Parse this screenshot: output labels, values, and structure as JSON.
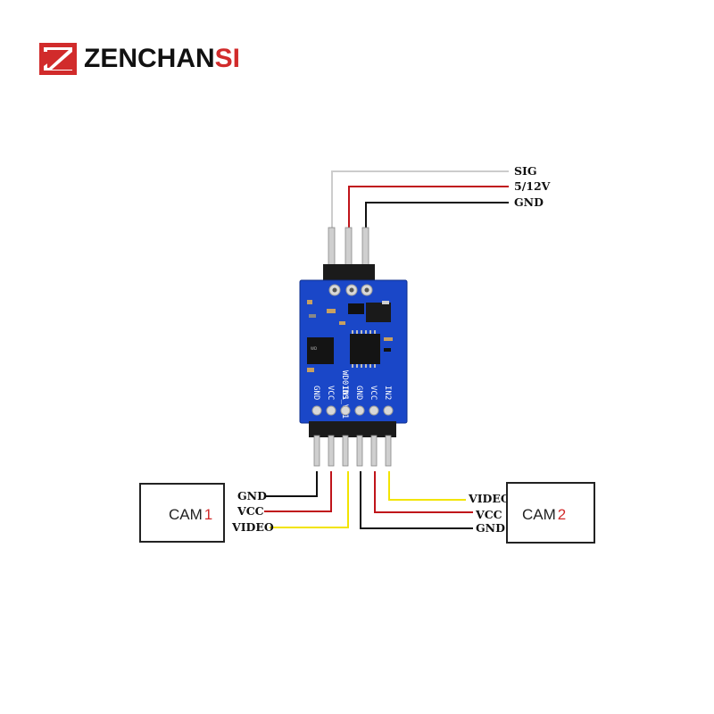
{
  "brand": {
    "name_part1": "ZENCHAN",
    "name_part2": "SI",
    "accent_color": "#d12b2b"
  },
  "input_connector": {
    "pins": [
      {
        "label": "SIG",
        "wire_color": "#cccccc"
      },
      {
        "label": "5/12V",
        "wire_color": "#c0141a"
      },
      {
        "label": "GND",
        "wire_color": "#111111"
      }
    ]
  },
  "board": {
    "color": "#1a47c8",
    "model_text": "WD01DS_V11",
    "pin_labels": [
      "GND",
      "VCC",
      "IN1",
      "GND",
      "VCC",
      "IN2"
    ]
  },
  "cam1": {
    "title": "CAM",
    "number": "1",
    "wires": [
      {
        "label": "GND",
        "color": "#111111"
      },
      {
        "label": "VCC",
        "color": "#c0141a"
      },
      {
        "label": "VIDEO",
        "color": "#f2e400"
      }
    ]
  },
  "cam2": {
    "title": "CAM",
    "number": "2",
    "wires": [
      {
        "label": "VIDEO",
        "color": "#f2e400"
      },
      {
        "label": "VCC",
        "color": "#c0141a"
      },
      {
        "label": "GND",
        "color": "#111111"
      }
    ]
  }
}
